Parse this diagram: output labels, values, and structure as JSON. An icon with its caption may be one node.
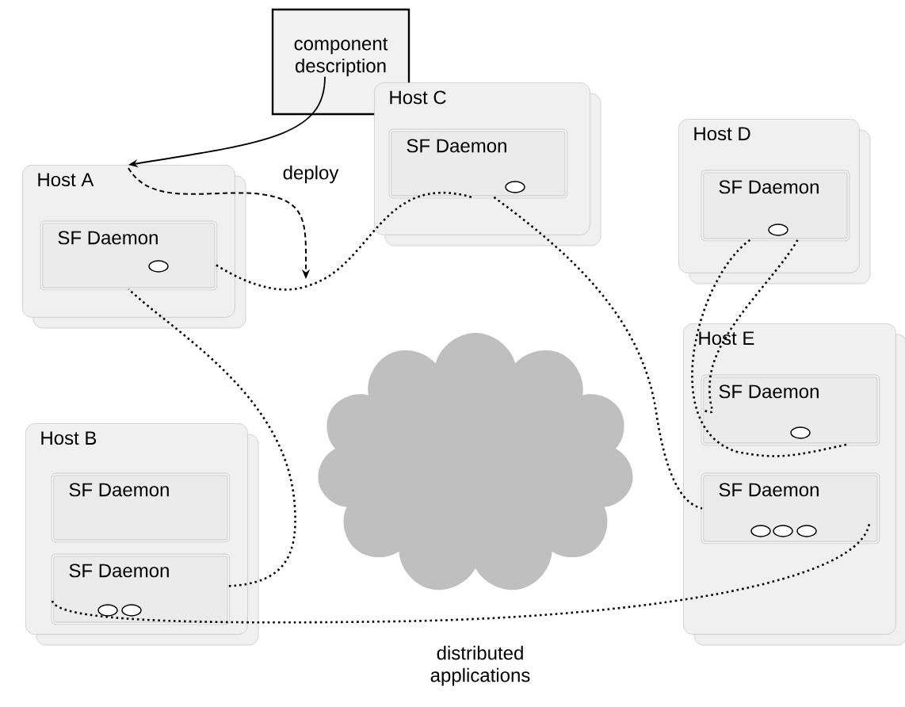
{
  "diagram": {
    "nodes": [
      {
        "text": [
          "component description"
        ]
      },
      {
        "text": [
          "Host A"
        ]
      },
      {
        "text": [
          "SF Daemon"
        ],
        "in": 1
      },
      {
        "text": [
          "Host C"
        ]
      },
      {
        "text": [
          "SF Daemon"
        ],
        "in": 3
      },
      {
        "text": [
          "Host D"
        ]
      },
      {
        "text": [
          "SF Daemon"
        ],
        "in": 5
      },
      {
        "text": [
          "Host B"
        ]
      },
      {
        "text": [
          "SF Daemon"
        ],
        "in": 7
      },
      {
        "text": [
          "SF Daemon"
        ],
        "in": 7
      },
      {
        "text": [
          "Host E"
        ]
      },
      {
        "text": [
          "SF Daemon"
        ],
        "in": 10
      },
      {
        "text": [
          "SF Daemon"
        ],
        "in": 10
      },
      {
        "text": [],
        "shape": "cloud"
      }
    ],
    "edges": [
      {
        "from": 0,
        "to": 1,
        "arrow": "to"
      },
      {
        "from": 1,
        "to": null,
        "arrow": "to",
        "label": "deploy",
        "style": "dashed"
      },
      {
        "from": 2,
        "to": 4,
        "arrow": "none",
        "style": "dashed"
      },
      {
        "from": 4,
        "to": 12,
        "arrow": "none",
        "style": "dashed"
      },
      {
        "from": 12,
        "to": 9,
        "arrow": "none",
        "style": "dashed"
      },
      {
        "from": 9,
        "to": 2,
        "arrow": "none",
        "style": "dashed"
      },
      {
        "from": 6,
        "to": 11,
        "arrow": "none",
        "style": "dashed"
      },
      {
        "from": 6,
        "to": 11,
        "arrow": "none",
        "style": "dashed"
      }
    ],
    "labels": [
      "distributed applications"
    ]
  }
}
